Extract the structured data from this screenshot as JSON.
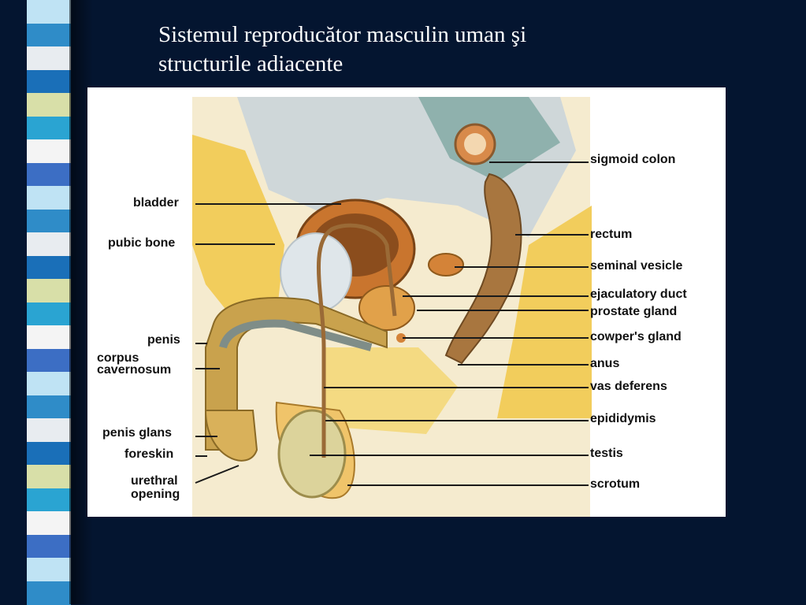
{
  "slide": {
    "title_line1": "Sistemul reproducător masculin uman şi",
    "title_line2": "structurile adiacente"
  },
  "colors": {
    "background": "#041530",
    "stripe": [
      "#bfe3f4",
      "#2f8cc8",
      "#e8ecf0",
      "#1a6fb8",
      "#d8dfa8",
      "#2aa4d2",
      "#f4f4f4",
      "#3c6ec4"
    ]
  },
  "diagram": {
    "labels_left": {
      "bladder": "bladder",
      "pubic_bone": "pubic bone",
      "penis": "penis",
      "corpus_line1": "corpus",
      "corpus_line2": "cavernosum",
      "penis_glans": "penis glans",
      "foreskin": "foreskin",
      "urethral_line1": "urethral",
      "urethral_line2": "opening"
    },
    "labels_right": {
      "sigmoid_colon": "sigmoid colon",
      "rectum": "rectum",
      "seminal_vesicle": "seminal vesicle",
      "ejaculatory_duct": "ejaculatory duct",
      "prostate_gland": "prostate gland",
      "cowpers_gland": "cowper's gland",
      "anus": "anus",
      "vas_deferens": "vas deferens",
      "epididymis": "epididymis",
      "testis": "testis",
      "scrotum": "scrotum"
    }
  }
}
